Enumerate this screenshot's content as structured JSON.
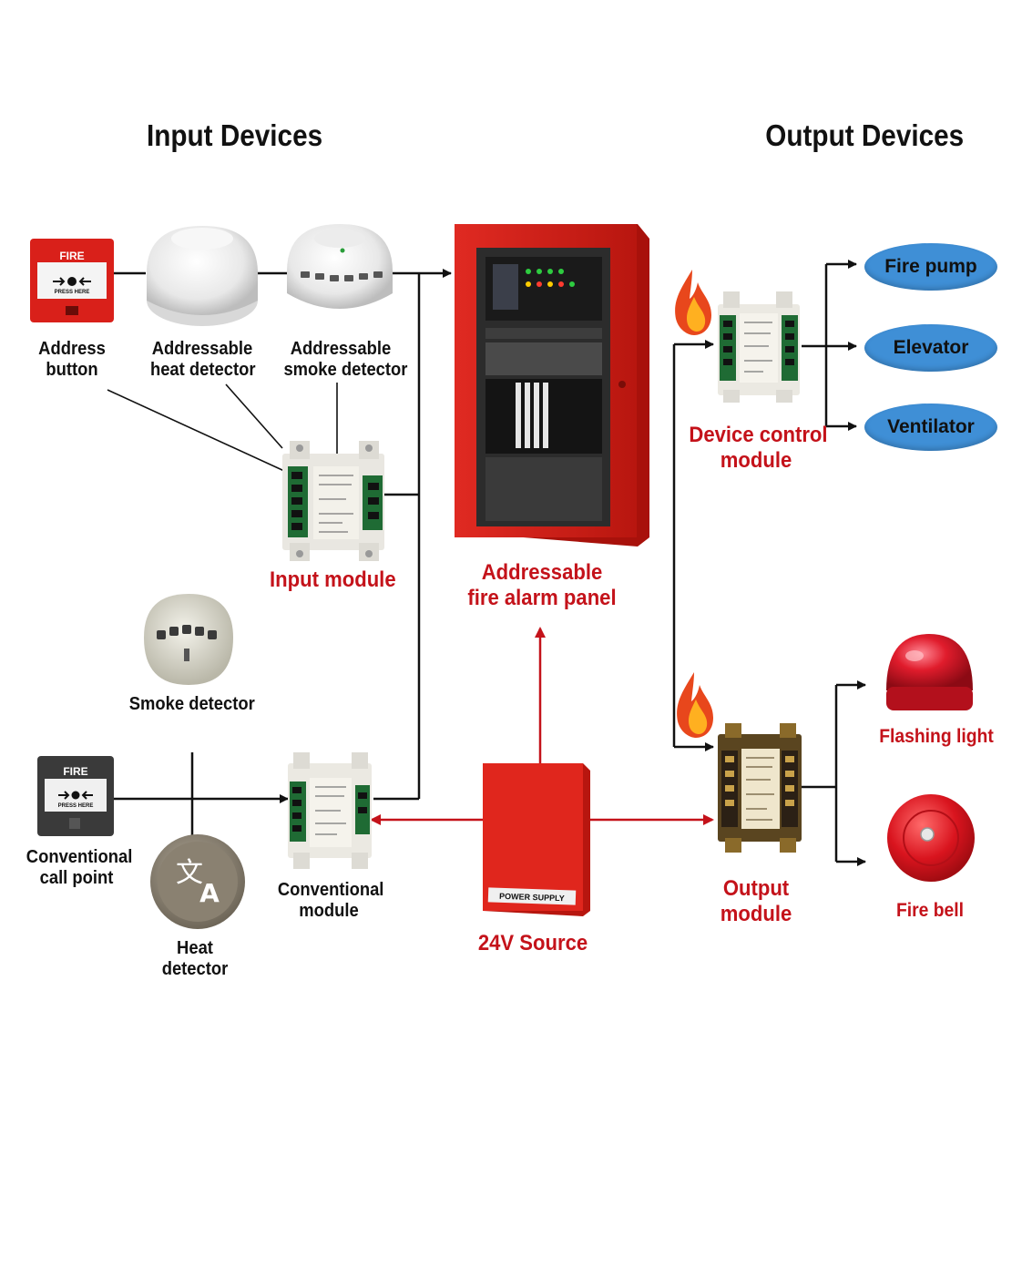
{
  "headings": {
    "input": "Input Devices",
    "output": "Output Devices"
  },
  "input_devices": {
    "address_button": "Address\nbutton",
    "heat_detector": "Addressable\nheat detector",
    "smoke_detector": "Addressable\nsmoke detector",
    "input_module": "Input module",
    "plain_smoke": "Smoke detector",
    "call_point": "Conventional\ncall point",
    "heat": "Heat\ndetector",
    "conv_module": "Conventional\nmodule"
  },
  "center": {
    "panel": "Addressable\nfire alarm panel",
    "source": "24V Source",
    "power_supply_plate": "POWER SUPPLY"
  },
  "output_devices": {
    "device_control": "Device control\nmodule",
    "fire_pump": "Fire pump",
    "elevator": "Elevator",
    "ventilator": "Ventilator",
    "output_module": "Output\nmodule",
    "flashing_light": "Flashing light",
    "fire_bell": "Fire bell"
  },
  "device_markings": {
    "fire": "FIRE",
    "press_here": "PRESS HERE"
  },
  "colors": {
    "line_black": "#111111",
    "line_red": "#c4121a",
    "panel_red": "#d8231c",
    "pill_blue": "#3f8fd6",
    "label_red": "#c4121a"
  },
  "icons": [
    "fire-icon",
    "translate-icon"
  ]
}
